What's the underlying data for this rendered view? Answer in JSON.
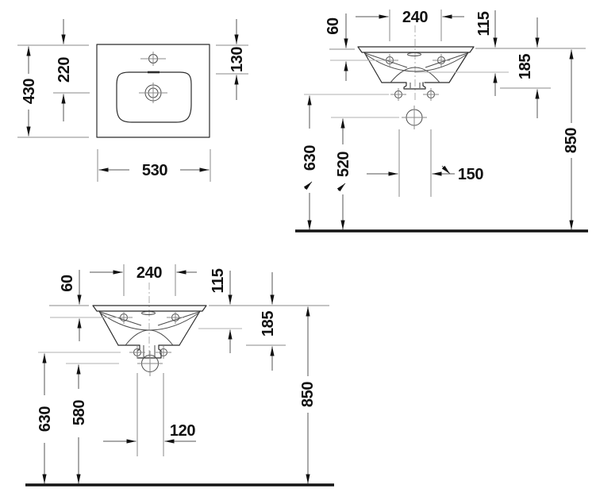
{
  "drawing": {
    "subject": "washbasin technical dimension drawing",
    "colors": {
      "line": "#2b2b2b",
      "dimension": "#555555",
      "extension": "#8a8a8a",
      "text": "#111111",
      "floor": "#141414",
      "background": "#ffffff"
    }
  },
  "views": {
    "plan": {
      "labels": {
        "overall_depth": "430",
        "bowl_center": "220",
        "faucet_offset": "130",
        "overall_width": "530"
      }
    },
    "elevation_a": {
      "labels": {
        "hole_spacing": "240",
        "rim_to_holes": "60",
        "rim_to_basin": "115",
        "rim_to_outlet": "185",
        "rim_height": "850",
        "fixing_height": "630",
        "trap_height": "520",
        "outlet_spacing": "150"
      }
    },
    "elevation_b": {
      "labels": {
        "hole_spacing": "240",
        "rim_to_holes": "60",
        "rim_to_basin": "115",
        "rim_to_outlet": "185",
        "rim_height": "850",
        "fixing_height": "630",
        "trap_height": "580",
        "outlet_spacing": "120"
      }
    }
  }
}
